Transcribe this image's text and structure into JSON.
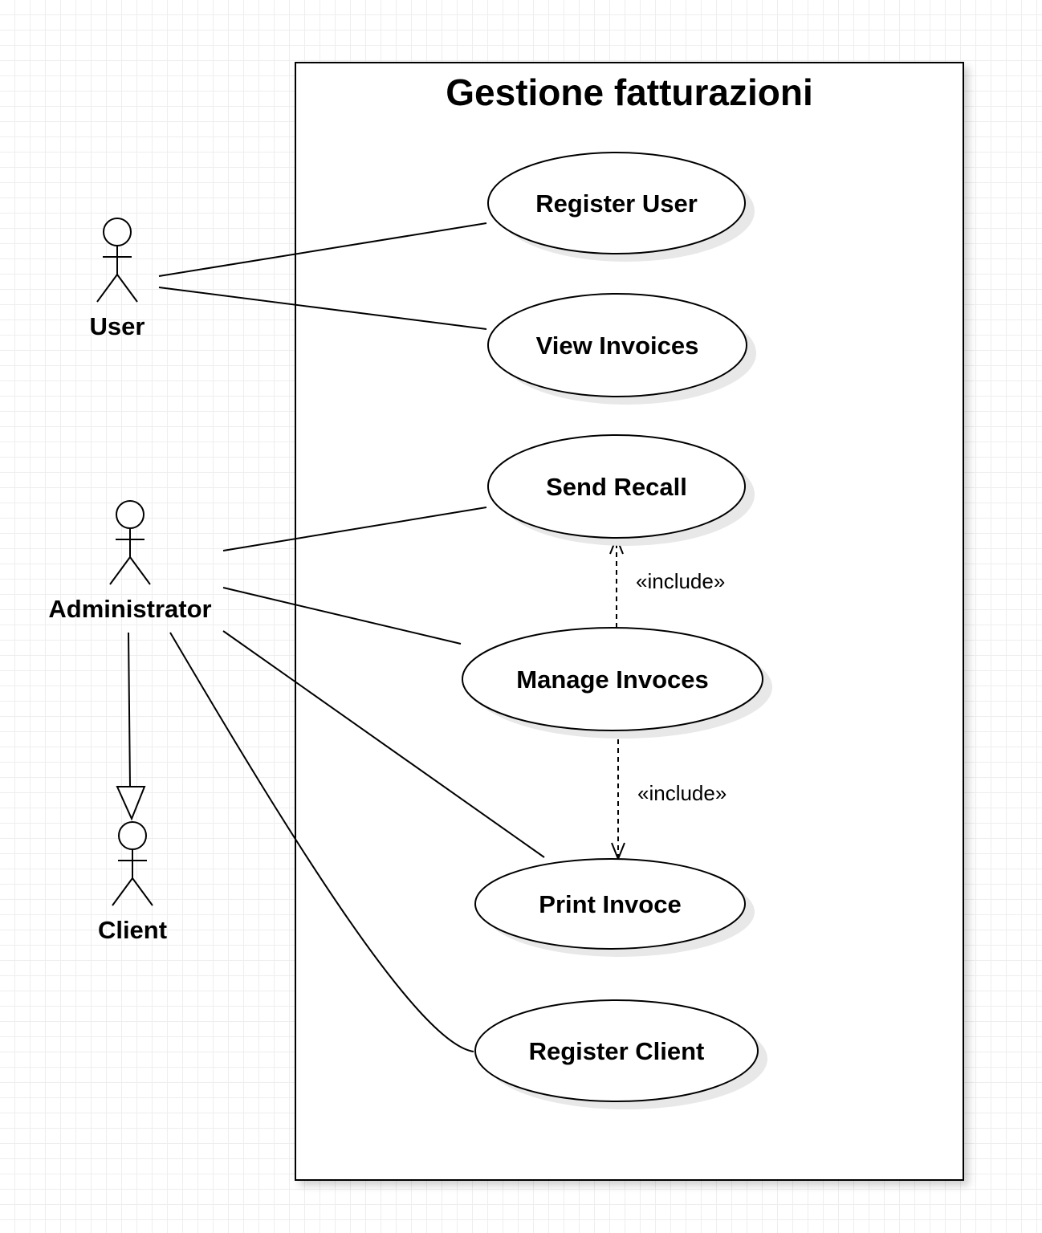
{
  "diagram": {
    "system_title": "Gestione fatturazioni",
    "actors": {
      "user": "User",
      "administrator": "Administrator",
      "client": "Client"
    },
    "use_cases": {
      "register_user": "Register User",
      "view_invoices": "View Invoices",
      "send_recall": "Send Recall",
      "manage_invoces": "Manage Invoces",
      "print_invoce": "Print Invoce",
      "register_client": "Register Client"
    },
    "stereotypes": {
      "include_top": "«include»",
      "include_bottom": "«include»"
    }
  }
}
